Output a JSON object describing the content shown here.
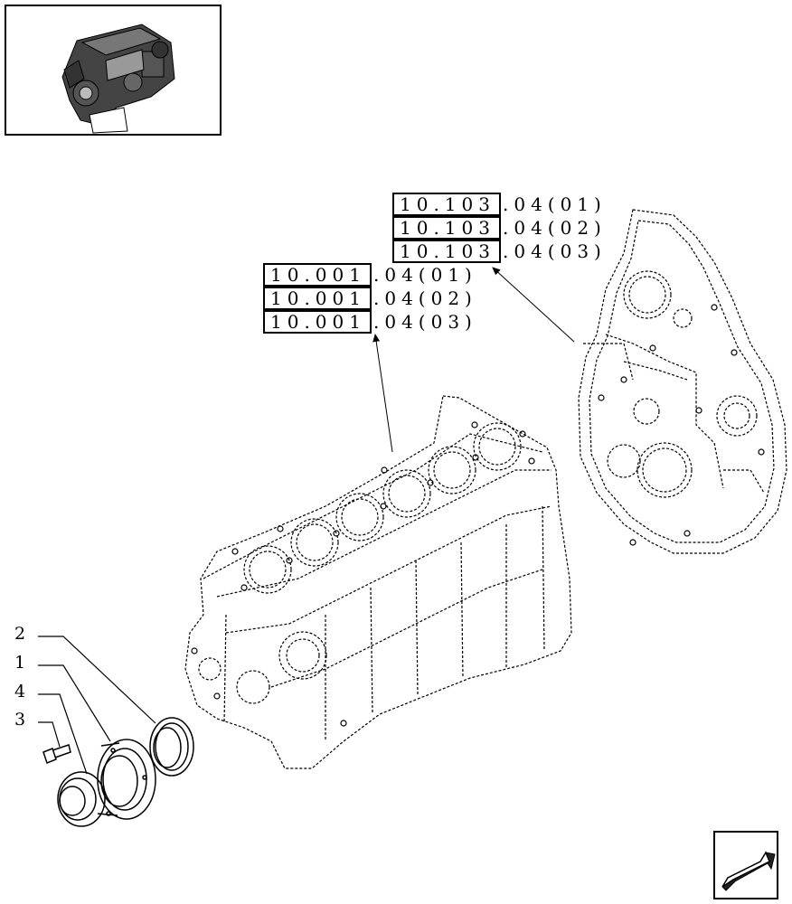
{
  "references": {
    "upper": [
      {
        "code": "10.103",
        "suffix": ".04(01)"
      },
      {
        "code": "10.103",
        "suffix": ".04(02)"
      },
      {
        "code": "10.103",
        "suffix": ".04(03)"
      }
    ],
    "lower": [
      {
        "code": "10.001",
        "suffix": ".04(01)"
      },
      {
        "code": "10.001",
        "suffix": ".04(02)"
      },
      {
        "code": "10.001",
        "suffix": ".04(03)"
      }
    ]
  },
  "callouts": [
    "2",
    "1",
    "4",
    "3"
  ],
  "icons": {
    "thumbnail": "engine-thumbnail-icon",
    "nav": "next-page-arrow-icon"
  },
  "colors": {
    "line": "#000000",
    "background": "#ffffff"
  }
}
